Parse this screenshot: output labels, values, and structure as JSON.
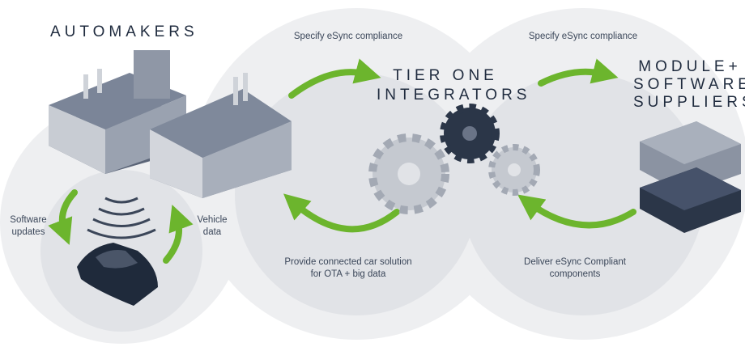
{
  "headings": {
    "automakers": "AUTOMAKERS",
    "tier_one": [
      "TIER ONE",
      "INTEGRATORS"
    ],
    "suppliers": [
      "MODULE+",
      "SOFTWARE",
      "SUPPLIERS"
    ]
  },
  "labels": {
    "software_updates": [
      "Software",
      "updates"
    ],
    "vehicle_data": [
      "Vehicle",
      "data"
    ],
    "specify_1": "Specify eSync compliance",
    "specify_2": "Specify eSync compliance",
    "provide": [
      "Provide connected car solution",
      "for OTA + big data"
    ],
    "deliver": [
      "Deliver eSync Compliant",
      "components"
    ]
  },
  "colors": {
    "accent_green": "#6cb52d",
    "circle_light": "#eeeff1",
    "circle_dark": "#dfe1e5",
    "navy": "#2e3a4e"
  }
}
